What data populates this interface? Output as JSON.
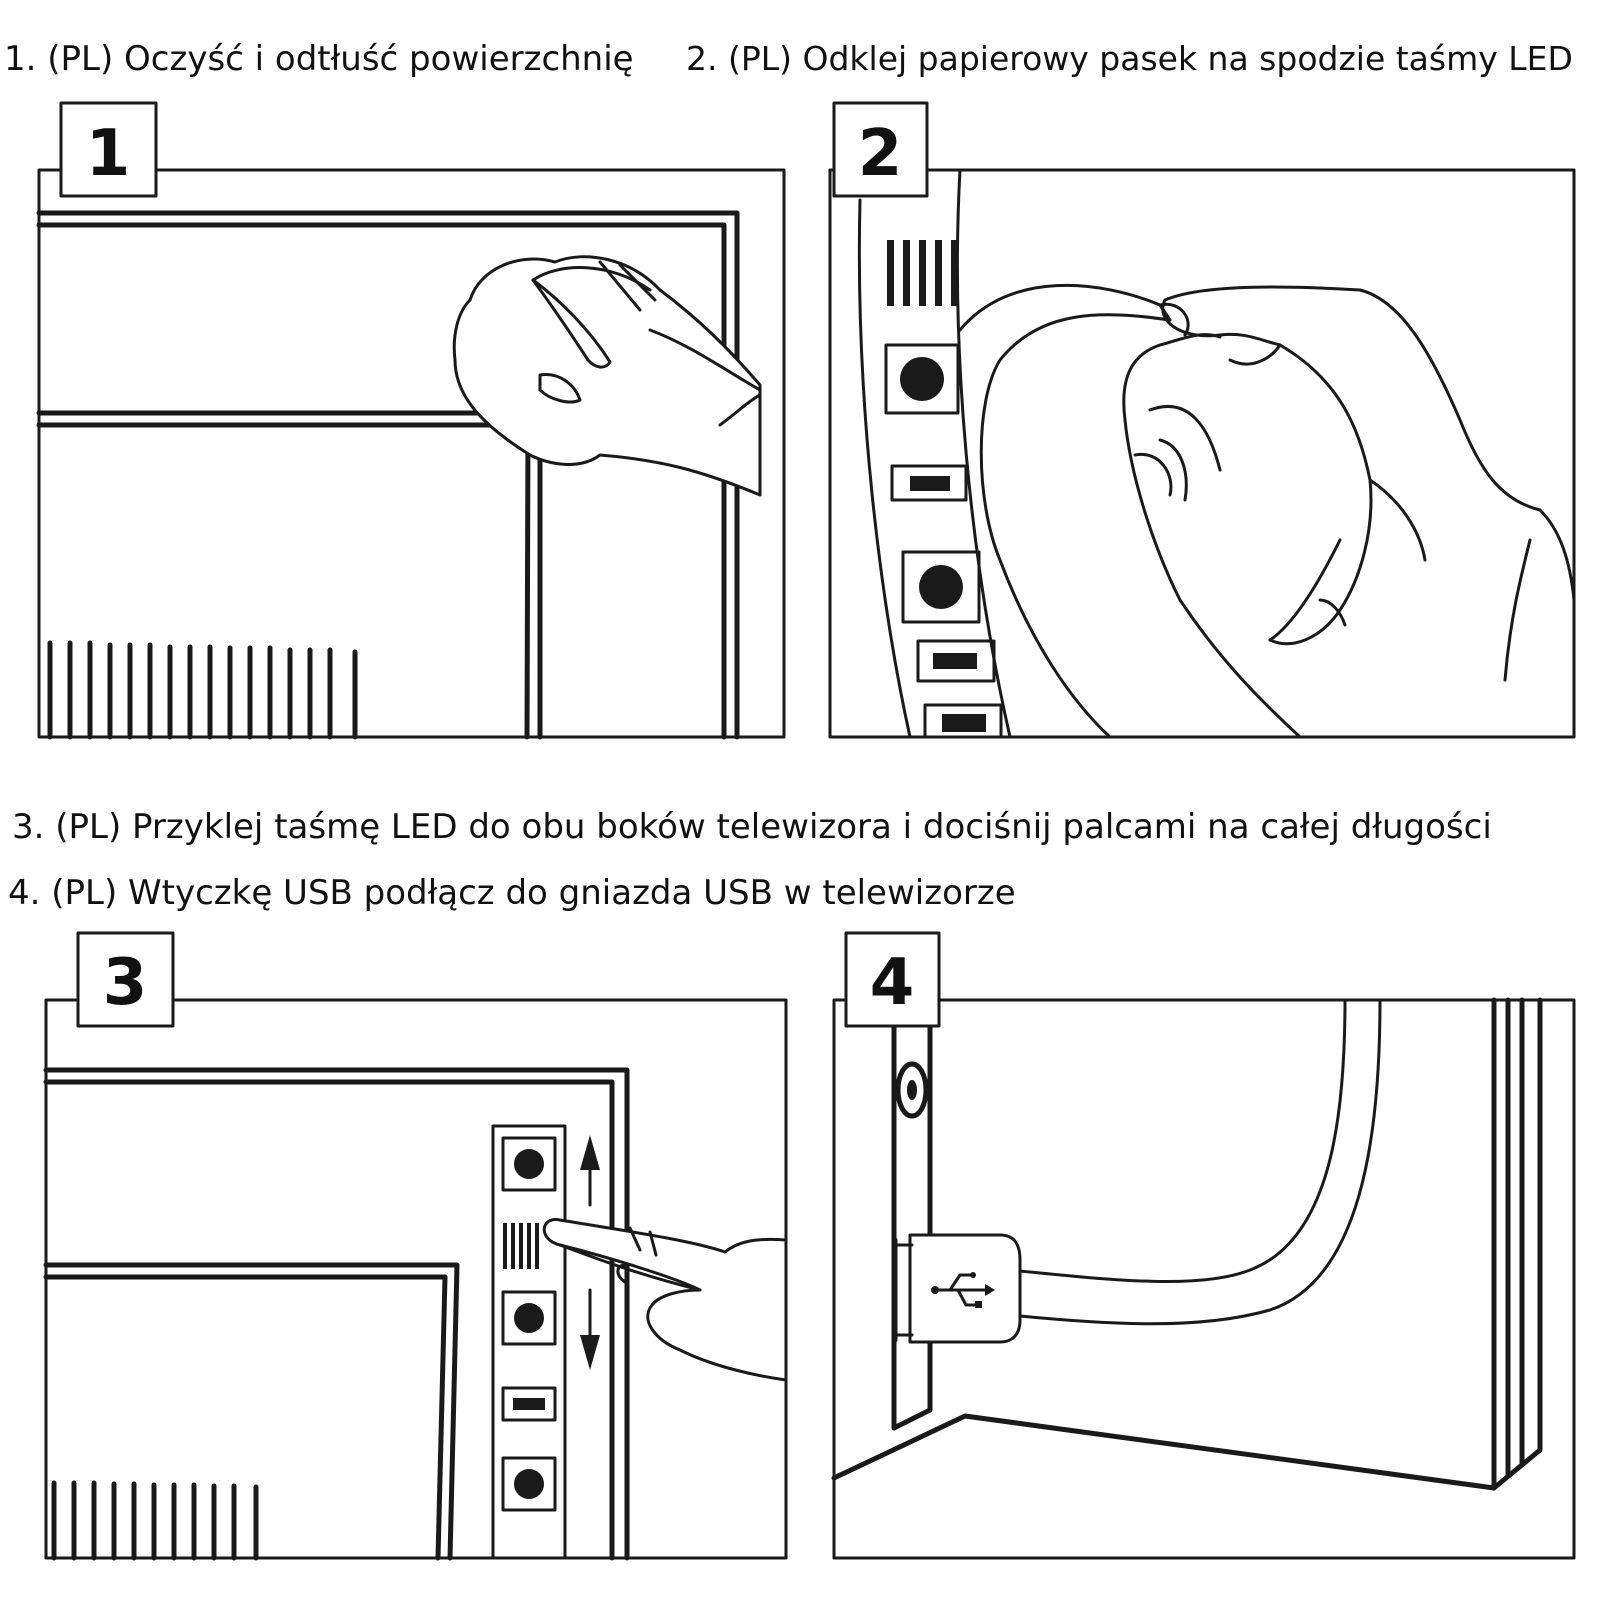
{
  "steps": [
    {
      "number": "1",
      "caption": "1. (PL) Oczyść i odtłuść powierzchnię"
    },
    {
      "number": "2",
      "caption": "2. (PL) Odklej papierowy pasek na spodzie taśmy LED"
    },
    {
      "number": "3",
      "caption": "3. (PL) Przyklej taśmę LED do obu boków telewizora i dociśnij palcami na całej długości"
    },
    {
      "number": "4",
      "caption": "4. (PL) Wtyczkę USB podłącz do gniazda USB w telewizorze"
    }
  ]
}
